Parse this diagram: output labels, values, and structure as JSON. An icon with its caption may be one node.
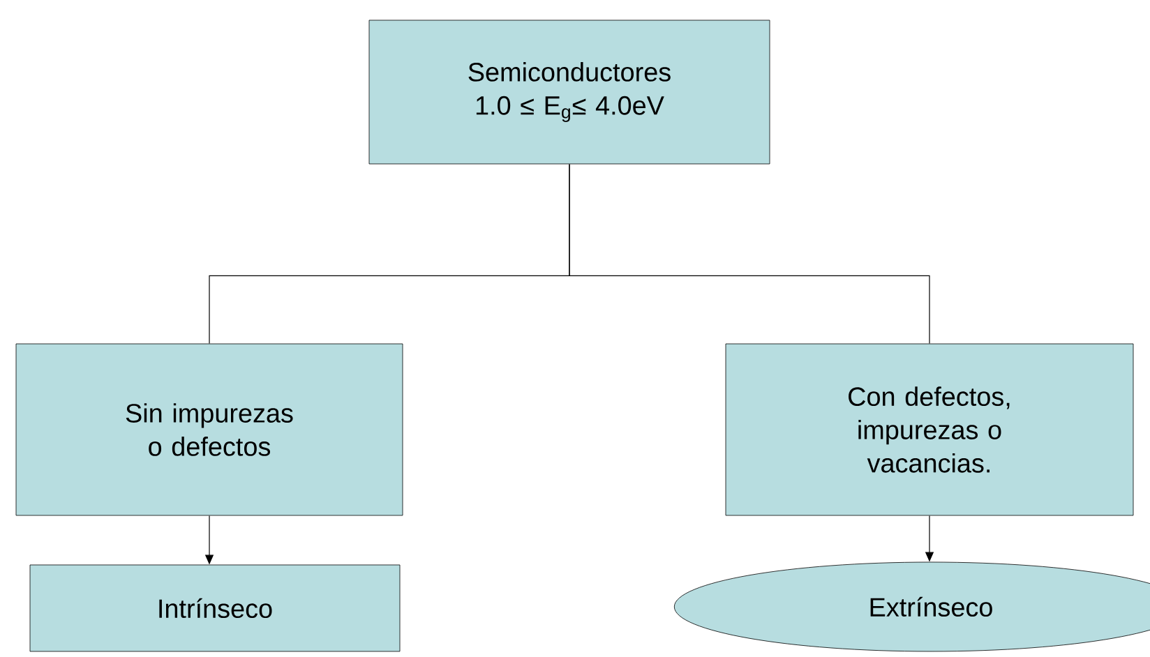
{
  "diagram": {
    "nodes": [
      {
        "text": [
          "Semiconductores",
          "1.0 ≤ E$_{g}$≤ 4.0eV"
        ]
      },
      {
        "text": [
          "Sin impurezas o defectos"
        ]
      },
      {
        "text": [
          "Con defectos, impurezas o vacancias."
        ]
      },
      {
        "text": [
          "Intrínseco"
        ]
      },
      {
        "text": [
          "Extrínseco"
        ]
      }
    ],
    "edges": [
      {
        "from": 0,
        "to": 1,
        "arrow": "none"
      },
      {
        "from": 0,
        "to": 2,
        "arrow": "none"
      },
      {
        "from": 1,
        "to": 3,
        "arrow": "to"
      },
      {
        "from": 2,
        "to": 4,
        "arrow": "to"
      }
    ]
  }
}
